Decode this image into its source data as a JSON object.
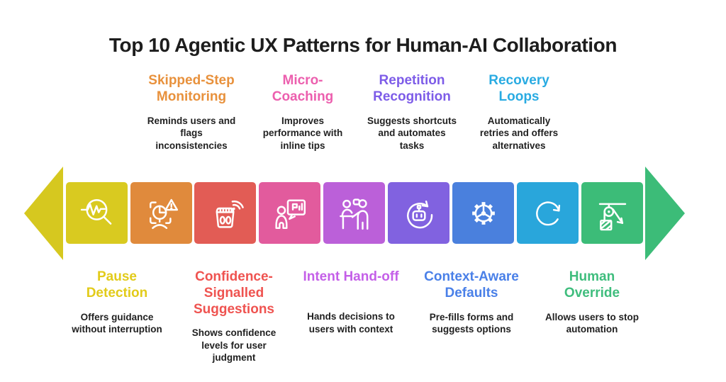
{
  "title": "Top 10 Agentic UX Patterns for Human-AI Collaboration",
  "top_patterns": [
    {
      "name": "Skipped-Step\nMonitoring",
      "description": "Reminds users and\nflags\ninconsistencies",
      "color": "#e8913c"
    },
    {
      "name": "Micro-\nCoaching",
      "description": "Improves\nperformance with\ninline tips",
      "color": "#ec5fae"
    },
    {
      "name": "Repetition\nRecognition",
      "description": "Suggests shortcuts\nand automates\ntasks",
      "color": "#7d5ce8"
    },
    {
      "name": "Recovery\nLoops",
      "description": "Automatically\nretries and offers\nalternatives",
      "color": "#29abe2"
    }
  ],
  "bottom_patterns": [
    {
      "name": "Pause\nDetection",
      "description": "Offers guidance\nwithout interruption",
      "color": "#e2cb1a"
    },
    {
      "name": "Confidence-\nSignalled\nSuggestions",
      "description": "Shows confidence\nlevels for user\njudgment",
      "color": "#ef5350"
    },
    {
      "name": "Intent Hand-off",
      "description": "Hands decisions to\nusers with context",
      "color": "#c45fe8"
    },
    {
      "name": "Context-Aware\nDefaults",
      "description": "Pre-fills forms and\nsuggests options",
      "color": "#4a80e8"
    },
    {
      "name": "Human\nOverride",
      "description": "Allows users to stop\nautomation",
      "color": "#3fbd7d"
    }
  ],
  "timeline": {
    "direction_arrows": {
      "left_color": "#d6c81f",
      "right_color": "#3cbc78"
    },
    "steps": [
      {
        "pattern": "Pause Detection",
        "icon": "pulse-magnifier-icon",
        "color": "#d9ca20"
      },
      {
        "pattern": "Skipped-Step Monitoring",
        "icon": "step-warning-icon",
        "color": "#e08a3c"
      },
      {
        "pattern": "Confidence-Signalled Suggestions",
        "icon": "smart-scale-signal-icon",
        "color": "#e25c55"
      },
      {
        "pattern": "Micro-Coaching",
        "icon": "coaching-bubble-icon",
        "color": "#e25b9d"
      },
      {
        "pattern": "Intent Hand-off",
        "icon": "handoff-people-icon",
        "color": "#bb60d9"
      },
      {
        "pattern": "Repetition Recognition",
        "icon": "robot-loop-icon",
        "color": "#8162e0"
      },
      {
        "pattern": "Context-Aware Defaults",
        "icon": "gear-icon",
        "color": "#4a80dd"
      },
      {
        "pattern": "Recovery Loops",
        "icon": "refresh-arrow-icon",
        "color": "#29a6db"
      },
      {
        "pattern": "Human Override",
        "icon": "pulley-override-icon",
        "color": "#3cbc78"
      }
    ]
  }
}
